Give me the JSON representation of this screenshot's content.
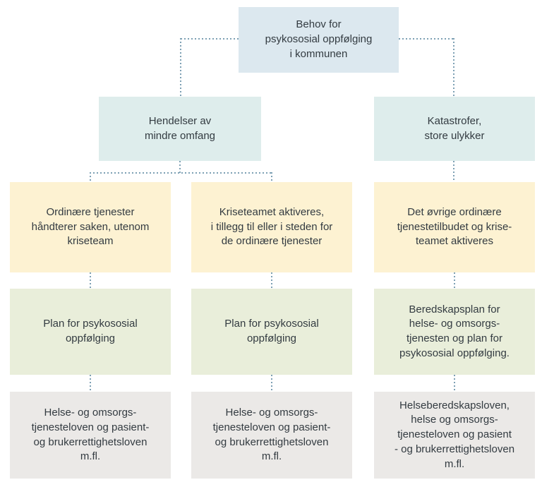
{
  "colors": {
    "root_bg": "#dce8ef",
    "branch_bg": "#deedec",
    "action_bg": "#fdf2d2",
    "plan_bg": "#e9eeda",
    "law_bg": "#ebe9e7",
    "connector": "#7da0b4",
    "text": "#333b41"
  },
  "nodes": {
    "root": {
      "text": "Behov for\npsykososial oppfølging\ni kommunen"
    },
    "branch_minor": {
      "text": "Hendelser av\nmindre omfang"
    },
    "branch_major": {
      "text": "Katastrofer,\nstore ulykker"
    },
    "action_1": {
      "text": "Ordinære tjenester\nhåndterer saken, utenom\nkriseteam"
    },
    "action_2": {
      "text": "Kriseteamet aktiveres,\ni tillegg til eller i steden for\nde ordinære tjenester"
    },
    "action_3": {
      "text": "Det øvrige ordinære\ntjenestetilbudet og krise-\nteamet aktiveres"
    },
    "plan_1": {
      "text": "Plan for psykososial\noppfølging"
    },
    "plan_2": {
      "text": "Plan for psykososial\noppfølging"
    },
    "plan_3": {
      "text": "Beredskapsplan for\nhelse- og omsorgs-\ntjenesten og plan for\npsykososial oppfølging."
    },
    "law_1": {
      "text": "Helse- og omsorgs-\ntjenesteloven og pasient-\nog brukerrettighetsloven\nm.fl."
    },
    "law_2": {
      "text": "Helse- og omsorgs-\ntjenesteloven og pasient-\nog brukerrettighetsloven\nm.fl."
    },
    "law_3": {
      "text": "Helseberedskapsloven,\nhelse og omsorgs-\ntjenesteloven og pasient\n- og brukerrettighetsloven\nm.fl."
    }
  }
}
